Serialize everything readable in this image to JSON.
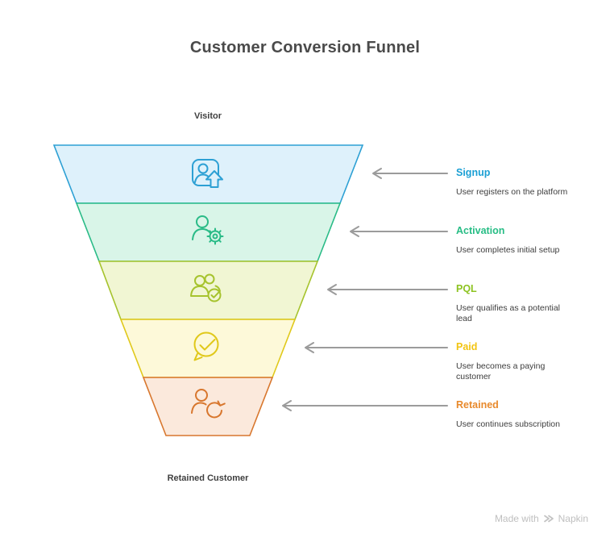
{
  "title": "Customer Conversion Funnel",
  "top_label": "Visitor",
  "bottom_label": "Retained Customer",
  "footer": {
    "made_with": "Made with",
    "brand": "Napkin"
  },
  "colors": {
    "arrow": "#9b9b9b",
    "title_text": "#4a4a4a",
    "description_text": "#3d3d3d",
    "endpoint_text": "#3f3f3f",
    "footer_text": "#bfbfbf"
  },
  "funnel": {
    "stages": [
      {
        "label": "Signup",
        "description": "User registers on the platform",
        "label_color": "#1a9fd4",
        "stroke": "#2da0d4",
        "fill": "#def1fb",
        "icon": "signup-user-up-icon"
      },
      {
        "label": "Activation",
        "description": "User completes initial setup",
        "label_color": "#27bd85",
        "stroke": "#2abb87",
        "fill": "#d9f5e8",
        "icon": "activation-user-gear-icon"
      },
      {
        "label": "PQL",
        "description": "User qualifies as a potential lead",
        "label_color": "#8dc320",
        "stroke": "#a6c32d",
        "fill": "#f1f6d3",
        "icon": "pql-users-check-icon"
      },
      {
        "label": "Paid",
        "description": "User becomes a paying customer",
        "label_color": "#f2c411",
        "stroke": "#e0c81a",
        "fill": "#fdf9d9",
        "icon": "paid-chat-check-icon"
      },
      {
        "label": "Retained",
        "description": "User continues subscription",
        "label_color": "#e8892b",
        "stroke": "#d8772e",
        "fill": "#fbe9dc",
        "icon": "retained-user-refresh-icon"
      }
    ]
  }
}
